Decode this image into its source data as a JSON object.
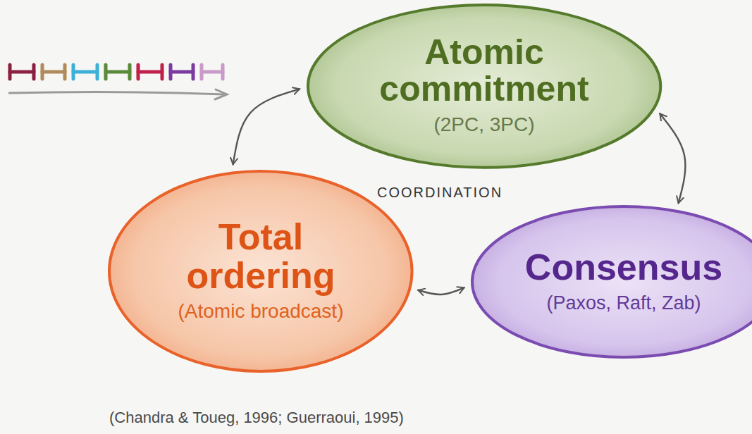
{
  "diagram": {
    "nodes": [
      {
        "text": [
          "Atomic commitment",
          "(2PC, 3PC)"
        ]
      },
      {
        "text": [
          "Total ordering",
          "(Atomic broadcast)"
        ]
      },
      {
        "text": [
          "Consensus",
          "(Paxos, Raft, Zab)"
        ]
      }
    ],
    "edges": [
      {
        "from": 1,
        "to": 0,
        "arrow": "both"
      },
      {
        "from": 0,
        "to": 2,
        "arrow": "both"
      },
      {
        "from": 1,
        "to": 2,
        "arrow": "both"
      }
    ],
    "labels": [
      "COORDINATION",
      "(Chandra & Toueg, 1996; Guerraoui, 1995)"
    ]
  }
}
